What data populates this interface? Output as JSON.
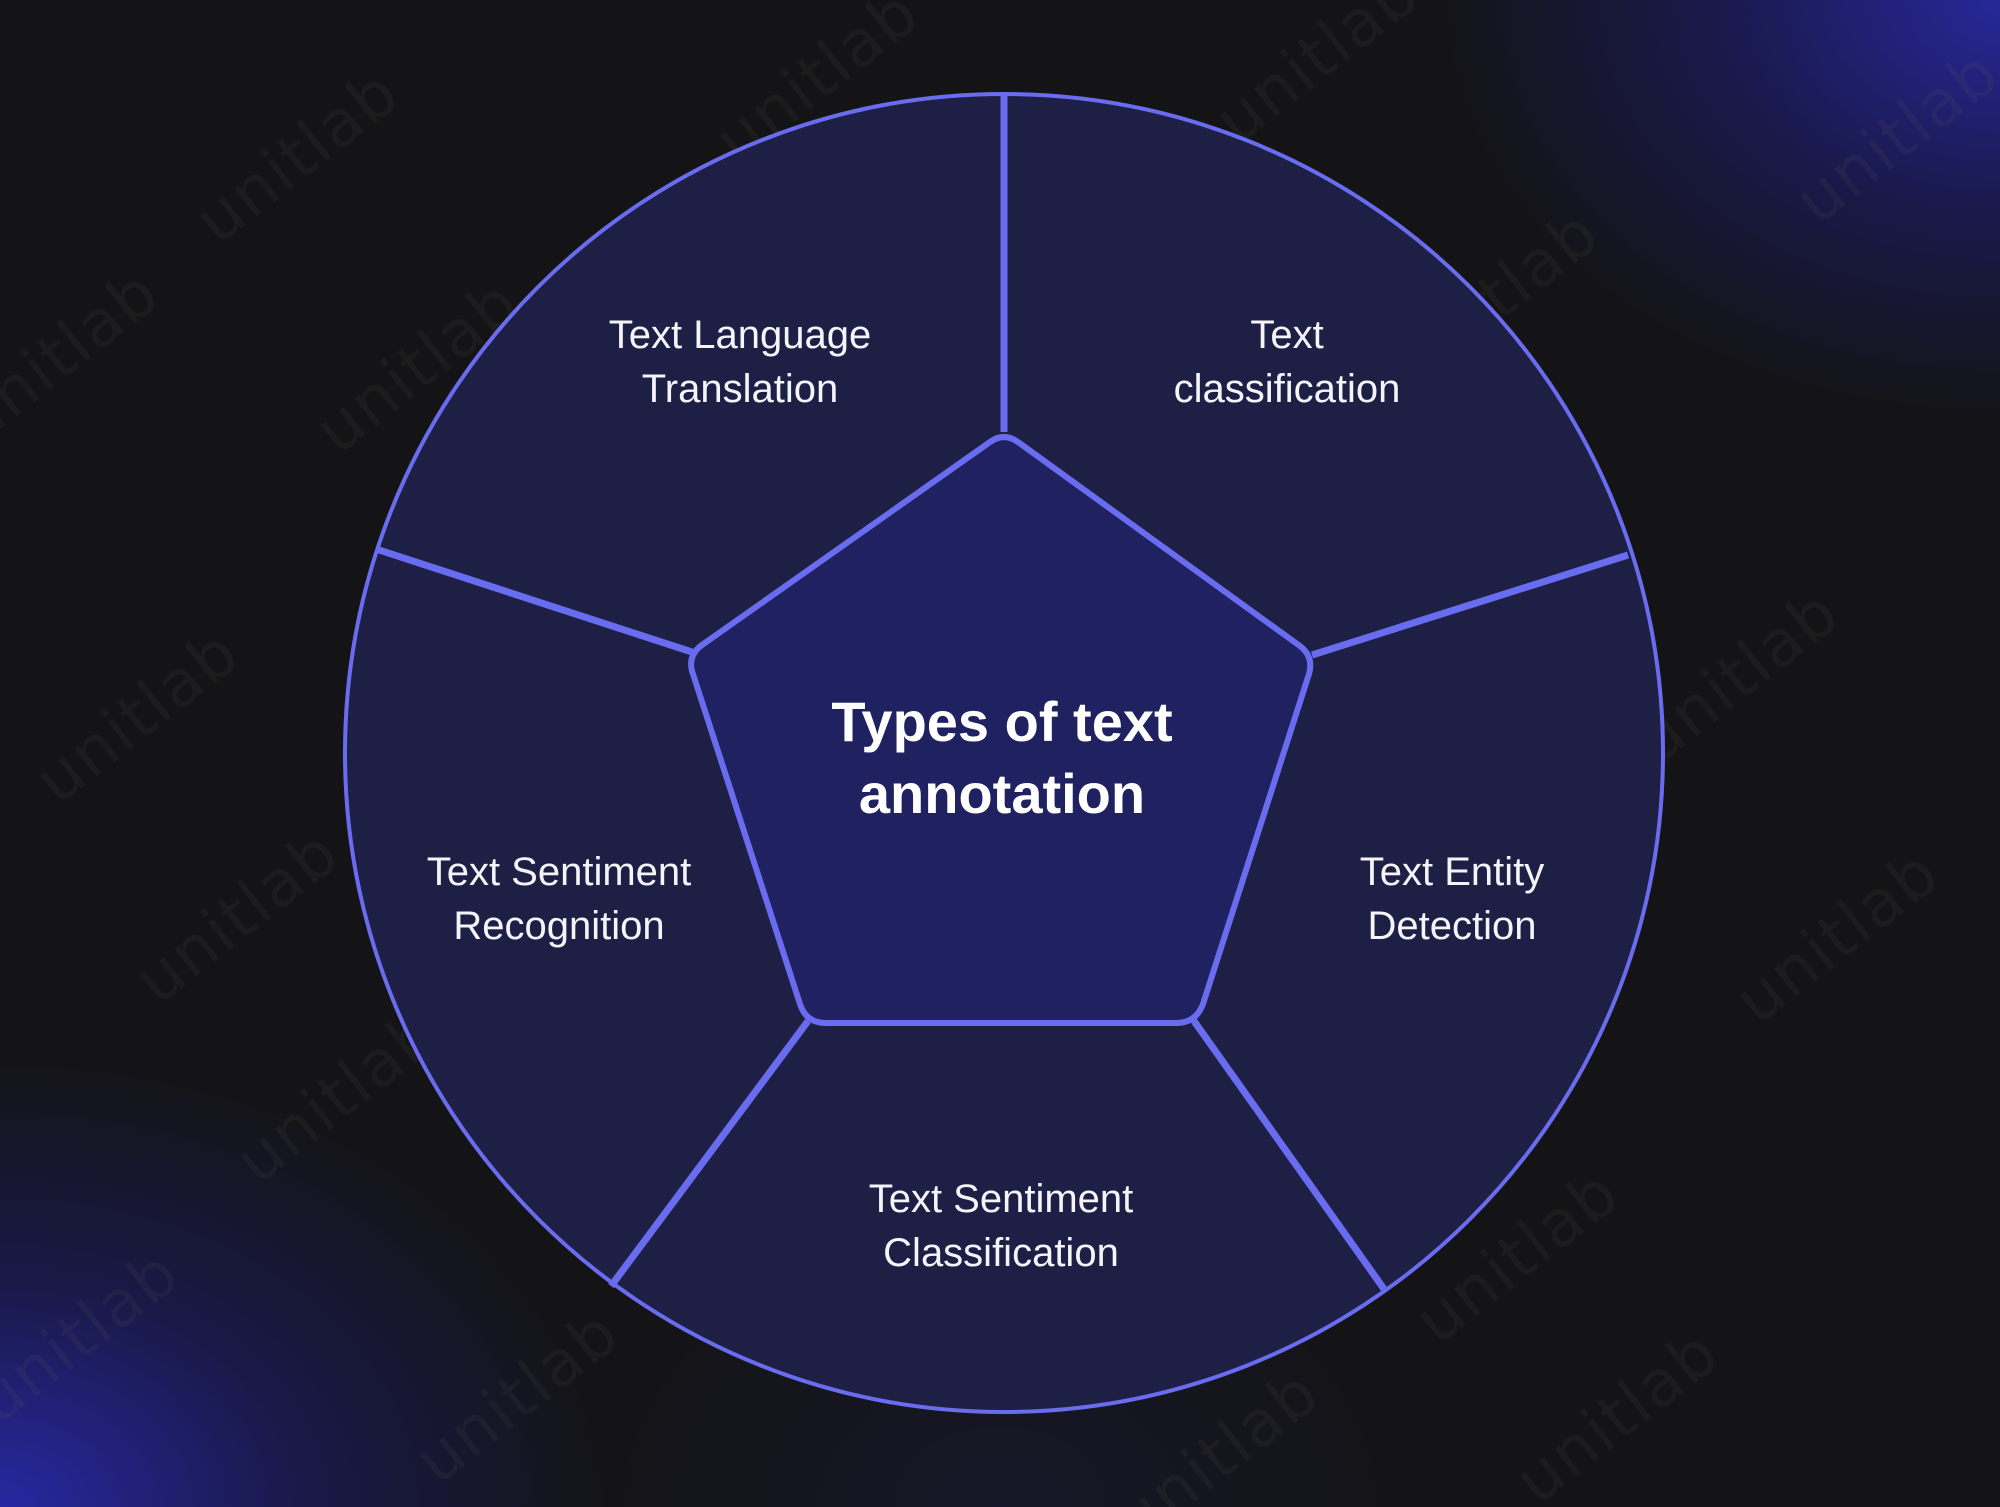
{
  "diagram": {
    "title_line1": "Types of text",
    "title_line2": "annotation",
    "segments": [
      {
        "line1": "Text Language",
        "line2": "Translation"
      },
      {
        "line1": "Text",
        "line2": "classification"
      },
      {
        "line1": "Text Entity",
        "line2": "Detection"
      },
      {
        "line1": "Text Sentiment",
        "line2": "Classification"
      },
      {
        "line1": "Text Sentiment",
        "line2": "Recognition"
      }
    ]
  },
  "watermark": {
    "text": "unitlab"
  },
  "colors": {
    "background": "#141417",
    "circle_fill": "#1e1f45",
    "pentagon_fill": "#1f2160",
    "stroke": "#6a6cf0",
    "text": "#f4f4fa"
  }
}
